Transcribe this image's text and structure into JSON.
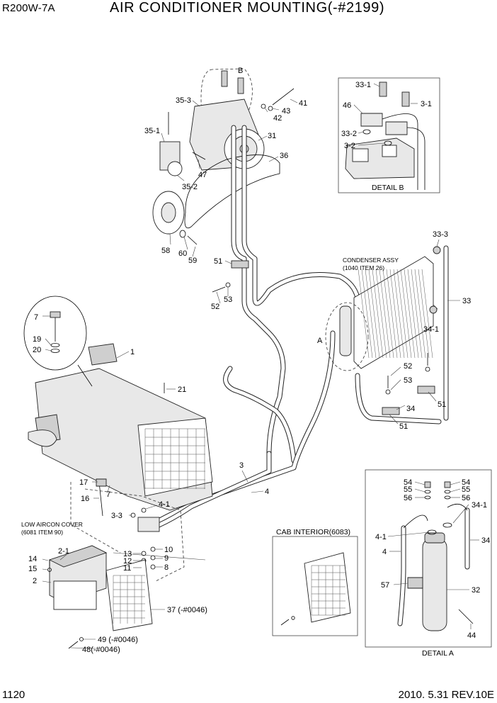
{
  "header": {
    "model": "R200W-7A",
    "title": "AIR CONDITIONER MOUNTING(-#2199)"
  },
  "footer": {
    "page_number": "1120",
    "date_revision": "2010. 5.31  REV.10E"
  },
  "captions": {
    "condenser_assy": "CONDENSER ASSY",
    "condenser_ref": "(1040 ITEM 26)",
    "low_aircon_cover": "LOW AIRCON COVER",
    "low_aircon_ref": "(6081 ITEM 90)",
    "cab_interior": "CAB INTERIOR(6083)",
    "detail_a": "DETAIL A",
    "detail_b": "DETAIL B"
  },
  "callouts": {
    "a": "A",
    "b": "B",
    "p1": "1",
    "p2": "2",
    "p2_1": "2-1",
    "p3": "3",
    "p3_1": "3-1",
    "p3_2": "3-2",
    "p3_3": "3-3",
    "p4": "4",
    "p4_1": "4-1",
    "p7": "7",
    "p8": "8",
    "p9": "9",
    "p10": "10",
    "p11": "11",
    "p12": "12",
    "p13": "13",
    "p14": "14",
    "p15": "15",
    "p16": "16",
    "p17": "17",
    "p19": "19",
    "p20": "20",
    "p21": "21",
    "p31": "31",
    "p32": "32",
    "p33": "33",
    "p33_1": "33-1",
    "p33_2": "33-2",
    "p33_3": "33-3",
    "p34": "34",
    "p34_1": "34-1",
    "p35_1": "35-1",
    "p35_2": "35-2",
    "p35_3": "35-3",
    "p36": "36",
    "p37": "37 (-#0046)",
    "p41": "41",
    "p42": "42",
    "p43": "43",
    "p44": "44",
    "p46": "46",
    "p47": "47",
    "p48": "48(-#0046)",
    "p49": "49 (-#0046)",
    "p51": "51",
    "p52": "52",
    "p53": "53",
    "p54": "54",
    "p55": "55",
    "p56": "56",
    "p57": "57",
    "p58": "58",
    "p59": "59",
    "p60": "60"
  }
}
